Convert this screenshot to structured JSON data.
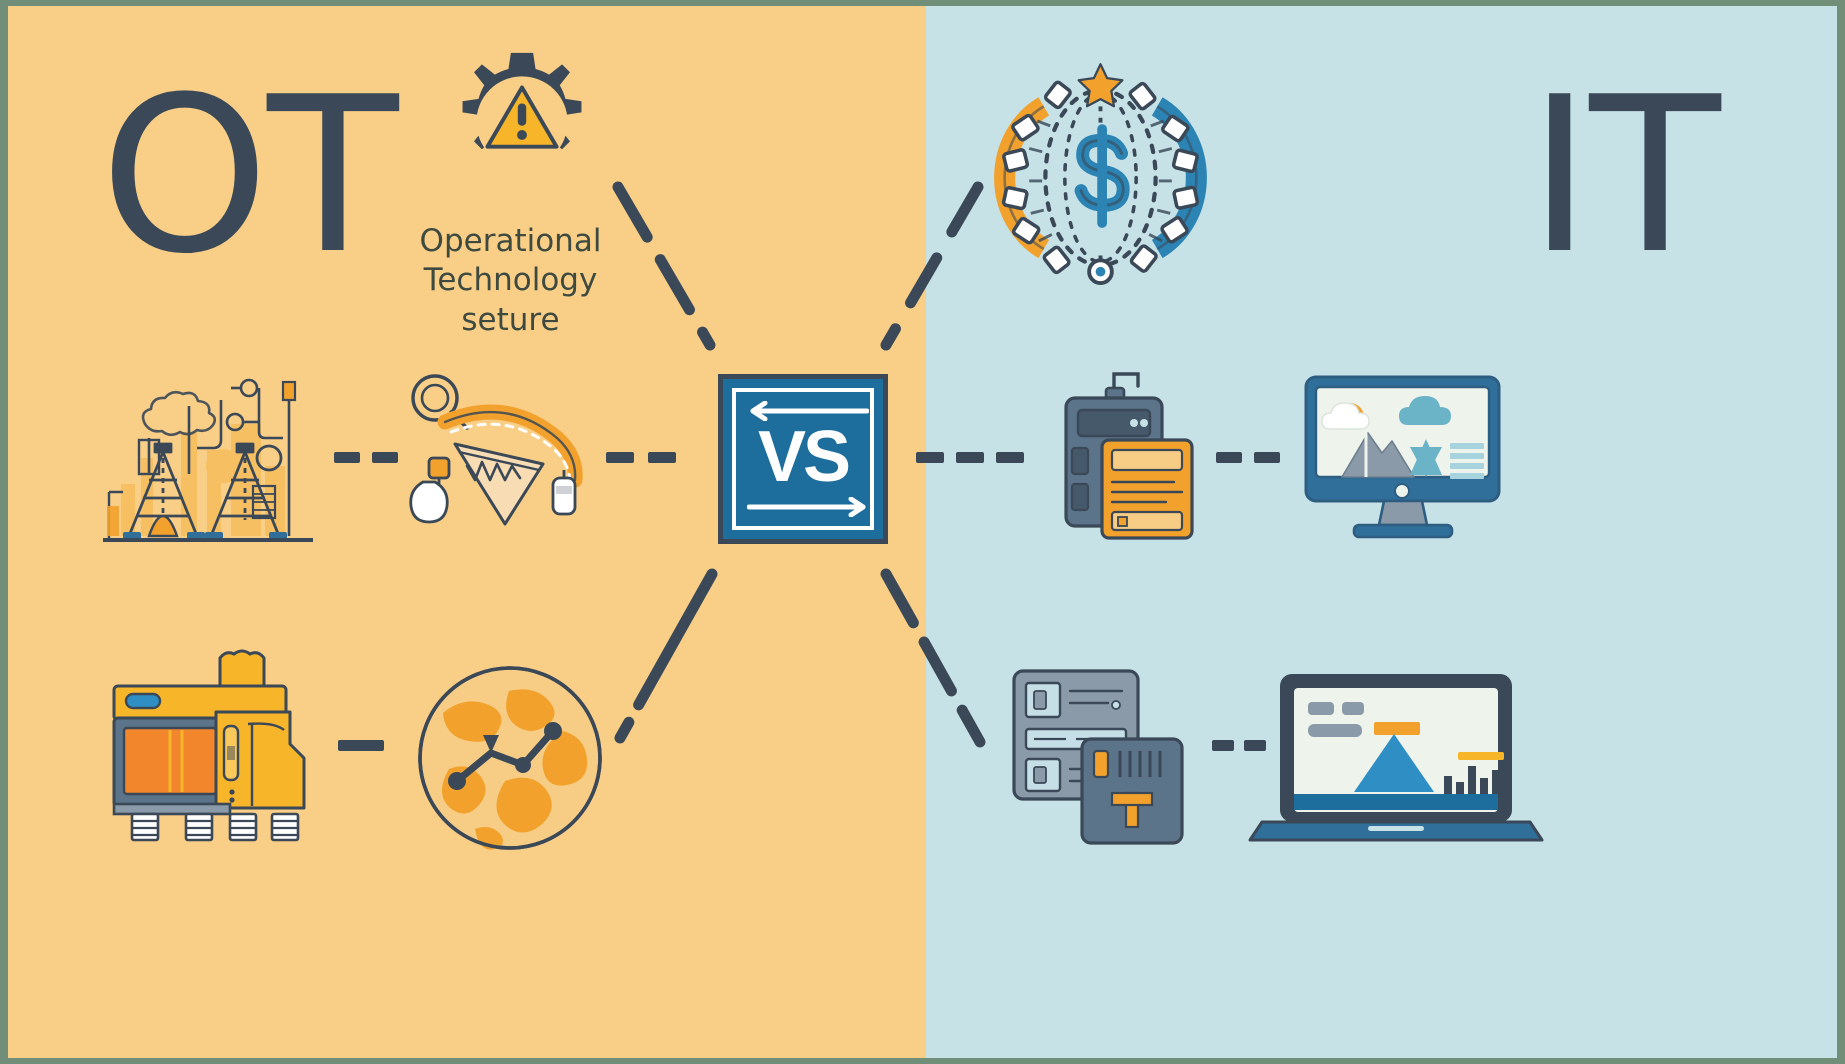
{
  "headings": {
    "left": "OT",
    "right": "IT"
  },
  "caption": {
    "line1": "Operational",
    "line2": "Technology",
    "line3": "seture"
  },
  "center_badge": {
    "label": "VS",
    "arrow_top": "arrow-left",
    "arrow_bottom": "arrow-right"
  },
  "panels": {
    "left_name": "OT",
    "right_name": "IT",
    "left_color": "#f9ce87",
    "right_color": "#c6e2e7"
  },
  "colors": {
    "ot_background": "#f9ce87",
    "it_background": "#c6e2e7",
    "dark_slate": "#3a4857",
    "accent_blue": "#1d6e9c",
    "accent_orange": "#f2a22c",
    "accent_yellow": "#f7b52a",
    "light_blue": "#6bb3c6",
    "frame_green": "#708e78"
  },
  "icons": {
    "gear_warning": "gear-warning-icon",
    "dollar_gauge": "dollar-gauge-icon",
    "factory": "oil-rig-factory-icon",
    "robot_arm": "robotic-arm-icon",
    "server_rack_a": "server-rack-icon",
    "monitor": "desktop-monitor-icon",
    "industrial_machine": "industrial-machine-icon",
    "globe": "globe-network-icon",
    "server_stack": "server-stack-icon",
    "laptop": "laptop-icon"
  },
  "connectors": {
    "row2_left_a": "dashed-connector",
    "row2_left_b": "dashed-connector",
    "row2_right_a": "dashed-connector",
    "row2_right_b": "dashed-connector",
    "row3_left": "dashed-connector",
    "row3_right": "dashed-connector",
    "diag_top_left": "diagonal-connector",
    "diag_top_right": "diagonal-connector",
    "diag_bottom_left": "diagonal-connector",
    "diag_bottom_right": "diagonal-connector"
  }
}
